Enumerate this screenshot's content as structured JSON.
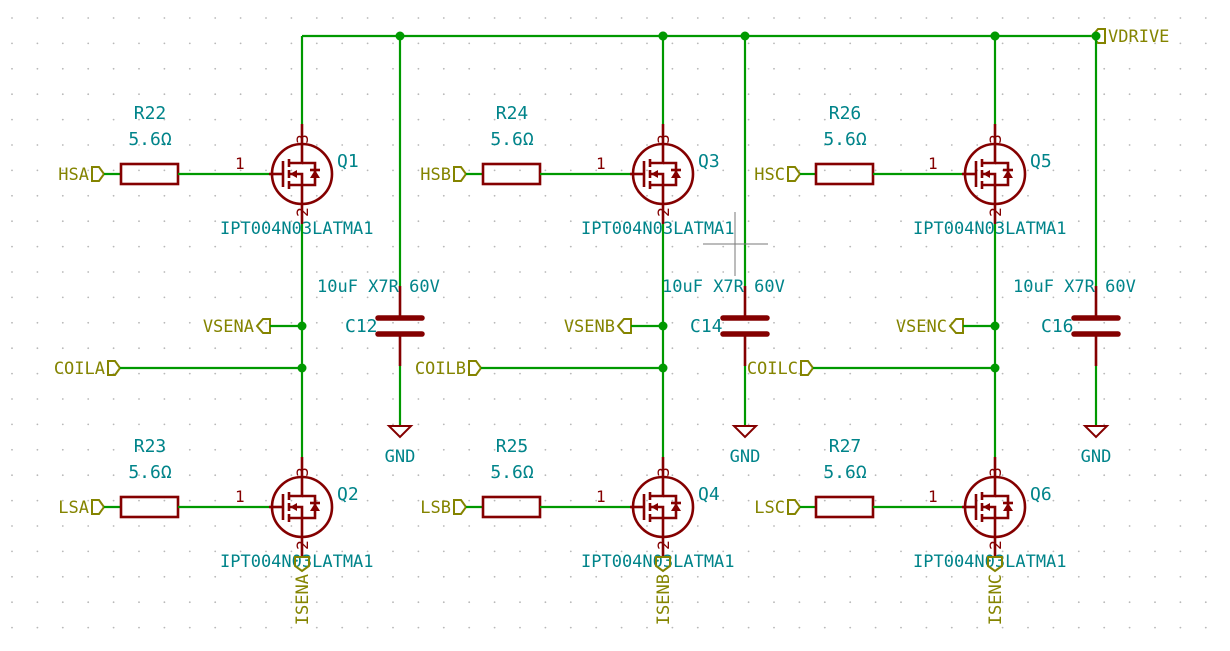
{
  "rail_label": "VDRIVE",
  "gnd_label": "GND",
  "legs": [
    {
      "hs_gate": "HSA",
      "hs_res_ref": "R22",
      "hs_res_val": "5.6Ω",
      "hs_fet_ref": "Q1",
      "ls_gate": "LSA",
      "ls_res_ref": "R23",
      "ls_res_val": "5.6Ω",
      "ls_fet_ref": "Q2",
      "fet_value": "IPT004N03LATMA1",
      "vsen": "VSENA",
      "coil": "COILA",
      "isen": "ISENA",
      "cap_ref": "C12",
      "cap_val": "10uF X7R 60V"
    },
    {
      "hs_gate": "HSB",
      "hs_res_ref": "R24",
      "hs_res_val": "5.6Ω",
      "hs_fet_ref": "Q3",
      "ls_gate": "LSB",
      "ls_res_ref": "R25",
      "ls_res_val": "5.6Ω",
      "ls_fet_ref": "Q4",
      "fet_value": "IPT004N03LATMA1",
      "vsen": "VSENB",
      "coil": "COILB",
      "isen": "ISENB",
      "cap_ref": "C14",
      "cap_val": "10uF X7R 60V"
    },
    {
      "hs_gate": "HSC",
      "hs_res_ref": "R26",
      "hs_res_val": "5.6Ω",
      "hs_fet_ref": "Q5",
      "ls_gate": "LSC",
      "ls_res_ref": "R27",
      "ls_res_val": "5.6Ω",
      "ls_fet_ref": "Q6",
      "fet_value": "IPT004N03LATMA1",
      "vsen": "VSENC",
      "coil": "COILC",
      "isen": "ISENC",
      "cap_ref": "C16",
      "cap_val": "10uF X7R 60V"
    }
  ],
  "pins": {
    "gate": "1",
    "drain": "3",
    "source": "2"
  },
  "colors": {
    "wire": "#009900",
    "symbol": "#840000",
    "reference": "#00848a",
    "label": "#848400"
  }
}
